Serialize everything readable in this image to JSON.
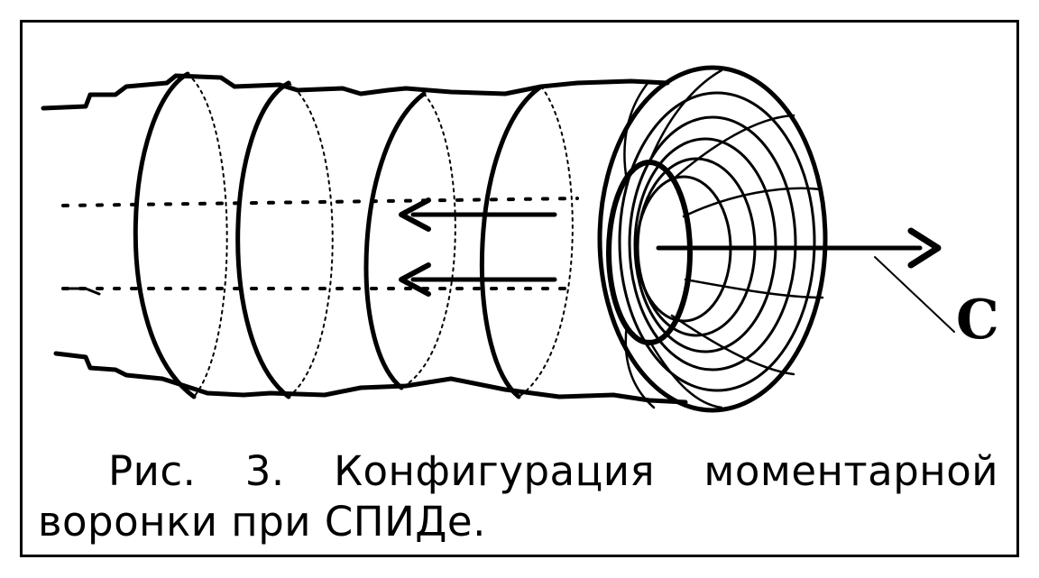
{
  "figure": {
    "label_c": "C"
  },
  "caption": {
    "words_line1": [
      "Рис.",
      "3.",
      "Конфигурация",
      "моментарной"
    ],
    "line2": "воронки при СПИДе."
  }
}
